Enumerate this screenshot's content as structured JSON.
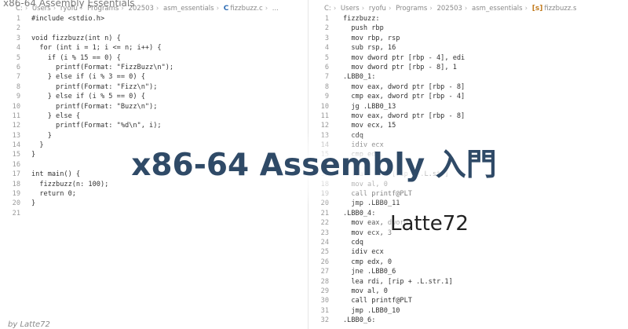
{
  "header": {
    "title": "x86-64 Assembly Essentials"
  },
  "left_editor": {
    "breadcrumbs": [
      "C:",
      "Users",
      "ryofu",
      "Programs",
      "202503",
      "asm_essentials",
      "fizzbuzz.c",
      "..."
    ],
    "lines": [
      {
        "n": "1",
        "t": "#include <stdio.h>"
      },
      {
        "n": "2",
        "t": ""
      },
      {
        "n": "3",
        "t": "void fizzbuzz(int n) {"
      },
      {
        "n": "4",
        "t": "  for (int i = 1; i <= n; i++) {"
      },
      {
        "n": "5",
        "t": "    if (i % 15 == 0) {"
      },
      {
        "n": "6",
        "t": "      printf(Format: \"FizzBuzz\\n\");"
      },
      {
        "n": "7",
        "t": "    } else if (i % 3 == 0) {"
      },
      {
        "n": "8",
        "t": "      printf(Format: \"Fizz\\n\");"
      },
      {
        "n": "9",
        "t": "    } else if (i % 5 == 0) {"
      },
      {
        "n": "10",
        "t": "      printf(Format: \"Buzz\\n\");"
      },
      {
        "n": "11",
        "t": "    } else {"
      },
      {
        "n": "12",
        "t": "      printf(Format: \"%d\\n\", i);"
      },
      {
        "n": "13",
        "t": "    }"
      },
      {
        "n": "14",
        "t": "  }"
      },
      {
        "n": "15",
        "t": "}"
      },
      {
        "n": "16",
        "t": ""
      },
      {
        "n": "17",
        "t": "int main() {"
      },
      {
        "n": "18",
        "t": "  fizzbuzz(n: 100);"
      },
      {
        "n": "19",
        "t": "  return 0;"
      },
      {
        "n": "20",
        "t": "}"
      },
      {
        "n": "21",
        "t": ""
      }
    ]
  },
  "right_editor": {
    "breadcrumbs": [
      "C:",
      "Users",
      "ryofu",
      "Programs",
      "202503",
      "asm_essentials",
      "fizzbuzz.s"
    ],
    "lines": [
      {
        "n": "1",
        "t": "fizzbuzz:"
      },
      {
        "n": "2",
        "t": "  push rbp"
      },
      {
        "n": "3",
        "t": "  mov rbp, rsp"
      },
      {
        "n": "4",
        "t": "  sub rsp, 16"
      },
      {
        "n": "5",
        "t": "  mov dword ptr [rbp - 4], edi"
      },
      {
        "n": "6",
        "t": "  mov dword ptr [rbp - 8], 1"
      },
      {
        "n": "7",
        "t": ".LBB0_1:"
      },
      {
        "n": "8",
        "t": "  mov eax, dword ptr [rbp - 8]"
      },
      {
        "n": "9",
        "t": "  cmp eax, dword ptr [rbp - 4]"
      },
      {
        "n": "10",
        "t": "  jg .LBB0_13"
      },
      {
        "n": "11",
        "t": "  mov eax, dword ptr [rbp - 8]"
      },
      {
        "n": "12",
        "t": "  mov ecx, 15"
      },
      {
        "n": "13",
        "t": "  cdq"
      },
      {
        "n": "14",
        "t": "  idiv ecx"
      },
      {
        "n": "15",
        "t": "  cmp edx,"
      },
      {
        "n": "16",
        "t": "  jne"
      },
      {
        "n": "17",
        "t": "  lea       [rip + .L.str]"
      },
      {
        "n": "18",
        "t": "  mov al, 0"
      },
      {
        "n": "19",
        "t": "  call printf@PLT"
      },
      {
        "n": "20",
        "t": "  jmp .LBB0_11"
      },
      {
        "n": "21",
        "t": ".LBB0_4:"
      },
      {
        "n": "22",
        "t": "  mov eax, dword"
      },
      {
        "n": "23",
        "t": "  mov ecx, 3"
      },
      {
        "n": "24",
        "t": "  cdq"
      },
      {
        "n": "25",
        "t": "  idiv ecx"
      },
      {
        "n": "26",
        "t": "  cmp edx, 0"
      },
      {
        "n": "27",
        "t": "  jne .LBB0_6"
      },
      {
        "n": "28",
        "t": "  lea rdi, [rip + .L.str.1]"
      },
      {
        "n": "29",
        "t": "  mov al, 0"
      },
      {
        "n": "30",
        "t": "  call printf@PLT"
      },
      {
        "n": "31",
        "t": "  jmp .LBB0_10"
      },
      {
        "n": "32",
        "t": ".LBB0_6:"
      }
    ]
  },
  "overlay": {
    "title": "x86-64 Assembly 入門",
    "author": "Latte72",
    "caption": "by Latte72"
  },
  "colors": {
    "title_color": "#2f4a67",
    "code_text": "#333333",
    "line_number": "#9a9a9a"
  }
}
